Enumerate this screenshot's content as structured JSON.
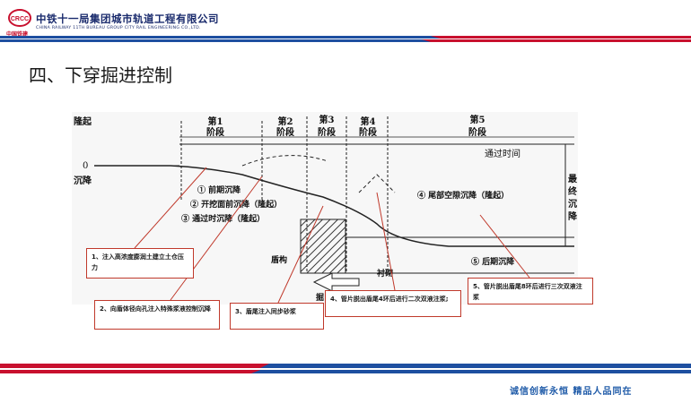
{
  "header": {
    "company_cn": "中铁十一局集团城市轨道工程有限公司",
    "company_en": "CHINA RAILWAY 11TH BUREAU GROUP CITY RAIL ENGINEERING CO.,LTD.",
    "logo_text": "中国铁建",
    "logo_mark": "CRCC"
  },
  "page_title": "四、下穿掘进控制",
  "diagram": {
    "y_axis_top": "隆起",
    "y_axis_bottom": "沉降",
    "zero_label": "0",
    "stages": [
      {
        "no": "第1",
        "name": "阶段"
      },
      {
        "no": "第2",
        "name": "阶段"
      },
      {
        "no": "第3",
        "name": "阶段"
      },
      {
        "no": "第4",
        "name": "阶段"
      },
      {
        "no": "第5",
        "name": "阶段"
      }
    ],
    "pass_time": "通过时间",
    "final_settlement": [
      "最",
      "终",
      "沉",
      "降"
    ],
    "labels": {
      "l1": "① 前期沉降",
      "l2": "② 开挖面前沉降（隆起）",
      "l3": "③ 通过时沉降（隆起）",
      "l4": "④ 尾部空隙沉降（隆起）",
      "l5": "⑤ 后期沉降",
      "shield": "盾构",
      "lining": "衬砌",
      "dig": "掘"
    }
  },
  "callouts": [
    "1、注入高浓度膨润土建立土仓压力",
    "2、向盾体径向孔注入特殊浆液控制沉降",
    "3、盾尾注入同步砂浆",
    "4、管片脱出盾尾4环后进行二次双液注浆;",
    "5、管片脱出盾尾8环后进行三次双液注浆"
  ],
  "footer": {
    "slogan": "诚信创新永恒    精品人品同在"
  },
  "colors": {
    "brand_blue": "#1a2b6d",
    "bar_blue": "#1e4fa0",
    "bar_red": "#c8102e",
    "callout_border": "#c0392b"
  }
}
